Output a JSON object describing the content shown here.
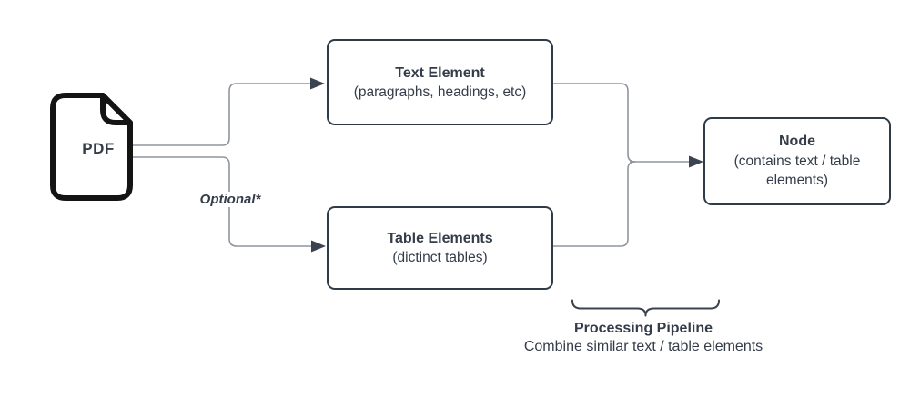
{
  "diagram": {
    "pdf": {
      "label": "PDF"
    },
    "optional_label": "Optional*",
    "boxes": [
      {
        "title": "Text Element",
        "subtitle": "(paragraphs, headings, etc)"
      },
      {
        "title": "Table Elements",
        "subtitle": "(dictinct tables)"
      },
      {
        "title": "Node",
        "subtitle": "(contains text / table elements)"
      }
    ],
    "pipeline_caption": {
      "title": "Processing Pipeline",
      "subtitle": "Combine similar text / table elements"
    },
    "colors": {
      "background": "#ffffff",
      "box_border": "#2f3b47",
      "text": "#343c49",
      "connector_line": "#8f969e",
      "arrowhead": "#3a4450",
      "pdf_outline": "#141414"
    }
  }
}
